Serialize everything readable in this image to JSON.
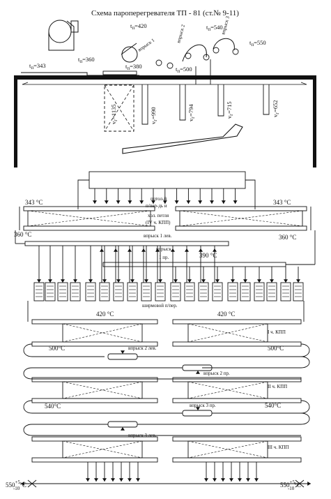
{
  "title": "Схема пароперегревателя ТП - 81 (ст.№ 9-11)",
  "top": {
    "t343": "t",
    "t343_sub": "п",
    "t343_val": "=343",
    "t360": "t",
    "t360_sub": "п",
    "t360_val": "=360",
    "t420": "t",
    "t420_sub": "п",
    "t420_val": "=420",
    "t380": "t",
    "t380_sub": "п",
    "t380_val": "=380",
    "t500": "t",
    "t500_sub": "п",
    "t500_val": "=500",
    "t540": "t",
    "t540_sub": "п",
    "t540_val": "=540",
    "t550": "t",
    "t550_sub": "п",
    "t550_val": "=550",
    "vp1": "впрыск 1",
    "vp2": "впрыск 2",
    "vp3": "впрыск 3",
    "v1135": "v",
    "v1135_sub": "г",
    "v1135_val": "=1135",
    "v990": "v",
    "v990_sub": "г",
    "v990_val": "=990",
    "v794": "v",
    "v794_sub": "г",
    "v794_val": "=794",
    "v715": "v",
    "v715_sub": "г",
    "v715_val": "=715",
    "v652": "v",
    "v652_sub": "г",
    "v652_val": "=652"
  },
  "scheme": {
    "t343_l": "343 °C",
    "t343_r": "343 °C",
    "t360_l": "360 °C",
    "t360_r": "360 °C",
    "t390": "390 °C",
    "t420_l": "420 °C",
    "t420_r": "420 °C",
    "t500_l": "500°C",
    "t500_r": "500°C",
    "t540_l": "540°C",
    "t540_r": "540°C",
    "ceiling_1": "потол-й",
    "ceiling_2": "п/пер-дь и",
    "ceiling_3": "хол. петля",
    "ceiling_4": "(IV ч. КПП)",
    "inj1_left": "впрыск 1 лев.",
    "inj1_right_1": "впрыск",
    "inj1_right_2": "1 пр.",
    "screen": "ширмовой п/пер.",
    "kpp1": "I ч. КПП",
    "inj2_left": "впрыск 2 лев.",
    "inj2_right": "впрыск 2 пр.",
    "kpp2": "II ч. КПП",
    "inj3_right": "впрыск 3 пр.",
    "inj3_left": "впрыск 3 лев.",
    "kpp3": "III ч. КПП",
    "out_l": "550",
    "out_l_sup": "+5",
    "out_l_sub": "-10",
    "out_l_unit": "°С",
    "out_r": "550",
    "out_r_sup": "+5",
    "out_r_sub": "-10",
    "out_r_unit": "°С"
  }
}
